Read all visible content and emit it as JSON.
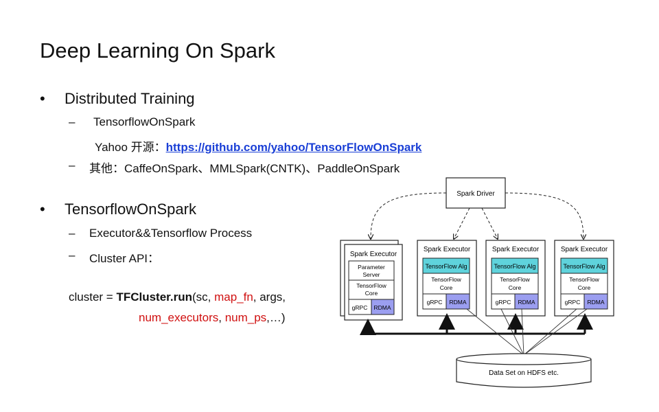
{
  "slide": {
    "title": "Deep Learning On Spark",
    "bullet_marker": "•",
    "dash_marker": "–",
    "section1": {
      "heading": "Distributed Training",
      "item1": "TensorflowOnSpark",
      "yahoo_prefix": "Yahoo 开源：",
      "yahoo_link": "https://github.com/yahoo/TensorFlowOnSpark",
      "item2": "其他：CaffeOnSpark、MMLSpark(CNTK)、PaddleOnSpark"
    },
    "section2": {
      "heading": "TensorflowOnSpark",
      "item1": "Executor&&Tensorflow Process",
      "item2": "Cluster API："
    },
    "code": {
      "prefix": "cluster = ",
      "func": "TFCluster.run",
      "open_paren": "(sc, ",
      "arg_map_fn": "map_fn",
      "sep_args": ", args,",
      "arg_num_executors": "num_executors",
      "sep_comma": ", ",
      "arg_num_ps": "num_ps",
      "tail": ",…)"
    }
  },
  "diagram": {
    "driver": "Spark Driver",
    "executor": "Spark Executor",
    "parameter_server": [
      "Parameter",
      "Server"
    ],
    "tf_alg": "TensorFlow Alg",
    "tf_core": [
      "TensorFlow",
      "Core"
    ],
    "grpc": "gRPC",
    "rdma": "RDMA",
    "dataset": "Data Set on HDFS etc.",
    "colors": {
      "tf_alg_fill": "#5fd3dc",
      "rdma_fill": "#9b9ef0"
    }
  }
}
